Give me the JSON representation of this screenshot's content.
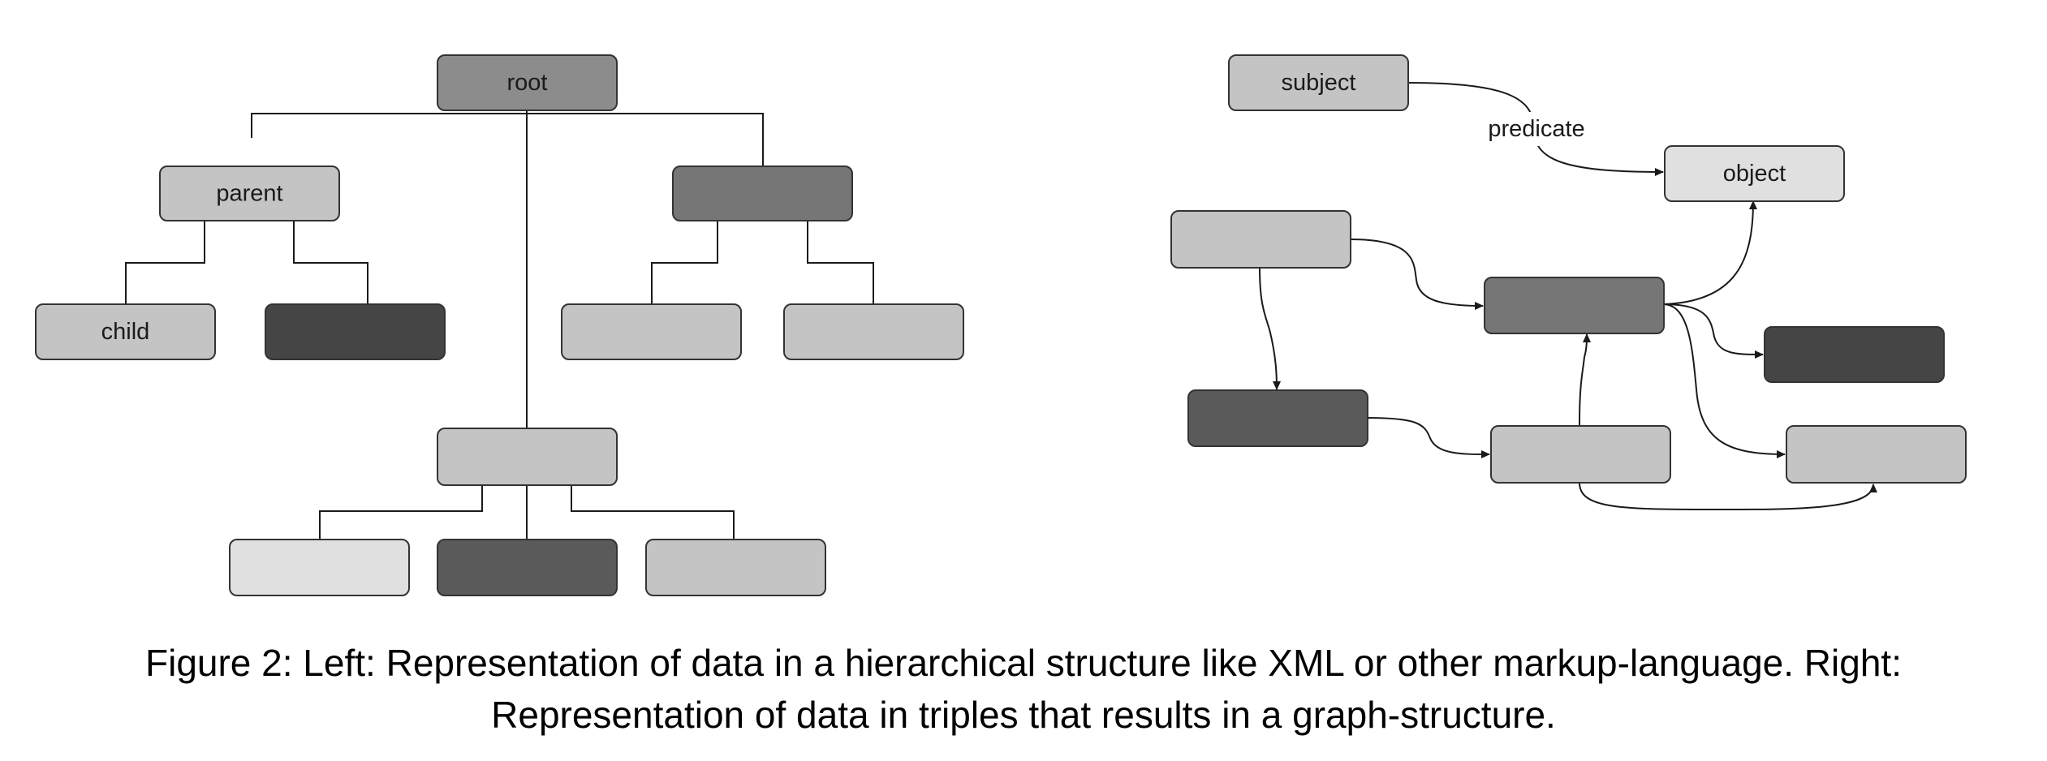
{
  "colors": {
    "background": "#ffffff",
    "line": "#1a1a1a",
    "node_stroke": "#333333",
    "shade_very_light": "#e0e0e0",
    "shade_light": "#c4c4c4",
    "shade_mid": "#8c8c8c",
    "shade_dark": "#767676",
    "shade_darker": "#5a5a5a",
    "shade_darkest": "#454545"
  },
  "hierarchy": {
    "nodes": {
      "root": {
        "label": "root",
        "shade": "shade_mid"
      },
      "parent": {
        "label": "parent",
        "shade": "shade_light"
      },
      "right_parent": {
        "label": "",
        "shade": "shade_dark"
      },
      "child": {
        "label": "child",
        "shade": "shade_light"
      },
      "child_dark": {
        "label": "",
        "shade": "shade_darkest"
      },
      "right_child_1": {
        "label": "",
        "shade": "shade_light"
      },
      "right_child_2": {
        "label": "",
        "shade": "shade_light"
      },
      "center": {
        "label": "",
        "shade": "shade_light"
      },
      "center_child_1": {
        "label": "",
        "shade": "shade_very_light"
      },
      "center_child_2": {
        "label": "",
        "shade": "shade_darker"
      },
      "center_child_3": {
        "label": "",
        "shade": "shade_light"
      }
    }
  },
  "graph": {
    "nodes": {
      "subject": {
        "label": "subject",
        "shade": "shade_light"
      },
      "object": {
        "label": "object",
        "shade": "shade_very_light"
      },
      "g_a": {
        "label": "",
        "shade": "shade_light"
      },
      "g_hub": {
        "label": "",
        "shade": "shade_dark"
      },
      "g_dark": {
        "label": "",
        "shade": "shade_darkest"
      },
      "g_b": {
        "label": "",
        "shade": "shade_darker"
      },
      "g_c": {
        "label": "",
        "shade": "shade_light"
      },
      "g_d": {
        "label": "",
        "shade": "shade_light"
      }
    },
    "edge_labels": {
      "subject_object": "predicate"
    }
  },
  "caption": {
    "line1": "Figure 2: Left: Representation of data in a hierarchical structure like XML or other markup-language. Right:",
    "line2": "Representation of data in triples that results in a graph-structure."
  }
}
